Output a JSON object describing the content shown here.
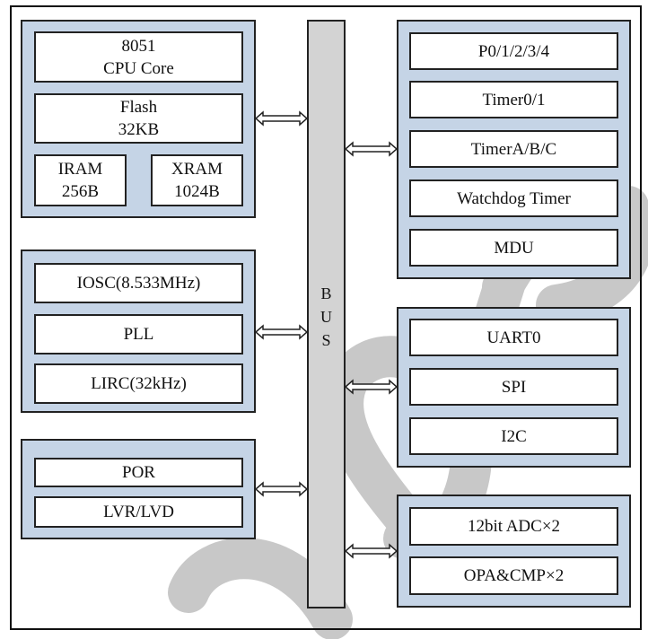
{
  "colors": {
    "panel": "#c5d4e6",
    "bus": "#d3d3d3",
    "box": "#ffffff",
    "stroke": "#222222",
    "watermark": "#c8c8c8"
  },
  "watermark_text": "core",
  "cpu": {
    "core_line1": "8051",
    "core_line2": "CPU Core",
    "flash_line1": "Flash",
    "flash_line2": "32KB",
    "iram_line1": "IRAM",
    "iram_line2": "256B",
    "xram_line1": "XRAM",
    "xram_line2": "1024B"
  },
  "clock": {
    "iosc": "IOSC(8.533MHz)",
    "pll": "PLL",
    "lirc": "LIRC(32kHz)"
  },
  "reset": {
    "por": "POR",
    "lvr": "LVR/LVD"
  },
  "bus": {
    "letters": [
      "B",
      "U",
      "S"
    ]
  },
  "peripherals": {
    "ports": "P0/1/2/3/4",
    "timer01": "Timer0/1",
    "timerabc": "TimerA/B/C",
    "watchdog": "Watchdog Timer",
    "mdu": "MDU"
  },
  "comm": {
    "uart": "UART0",
    "spi": "SPI",
    "i2c": "I2C"
  },
  "analog": {
    "adc": "12bit ADC×2",
    "opa": "OPA&CMP×2"
  }
}
